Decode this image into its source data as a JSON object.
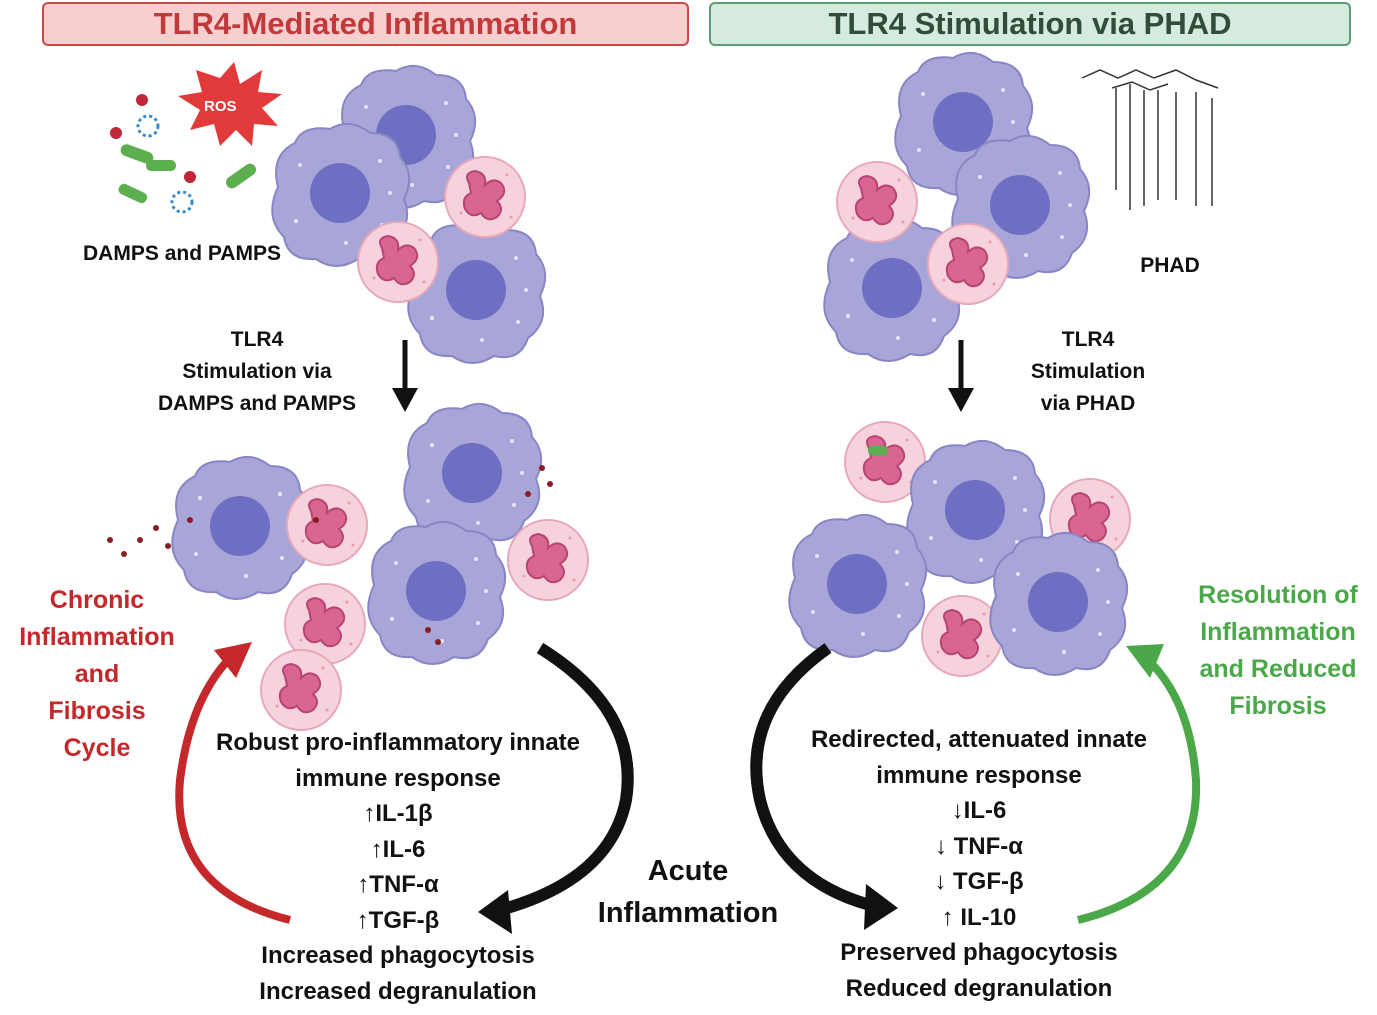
{
  "left_panel": {
    "title": "TLR4-Mediated Inflammation",
    "ros_label": "ROS",
    "stimulus_label": "DAMPS and PAMPS",
    "arrow_label": [
      "TLR4",
      "Stimulation via",
      "DAMPS and PAMPS"
    ],
    "cycle_label": [
      "Chronic",
      "Inflammation",
      "and",
      "Fibrosis",
      "Cycle"
    ],
    "response": [
      "Robust pro-inflammatory innate",
      "immune response",
      "↑IL-1β",
      "↑IL-6",
      "↑TNF-α",
      "↑TGF-β",
      "Increased phagocytosis",
      "Increased degranulation"
    ],
    "cycle_color": "#c4282a"
  },
  "right_panel": {
    "title": "TLR4 Stimulation via PHAD",
    "stimulus_label": "PHAD",
    "arrow_label": [
      "TLR4",
      "Stimulation",
      "via PHAD"
    ],
    "cycle_label": [
      "Resolution of",
      "Inflammation",
      "and Reduced",
      "Fibrosis"
    ],
    "response": [
      "Redirected, attenuated innate",
      "immune response",
      "↓IL-6",
      "↓ TNF-α",
      "↓ TGF-β",
      "↑ IL-10",
      "Preserved phagocytosis",
      "Reduced degranulation"
    ],
    "cycle_color": "#4aa848"
  },
  "center_label": [
    "Acute",
    "Inflammation"
  ]
}
